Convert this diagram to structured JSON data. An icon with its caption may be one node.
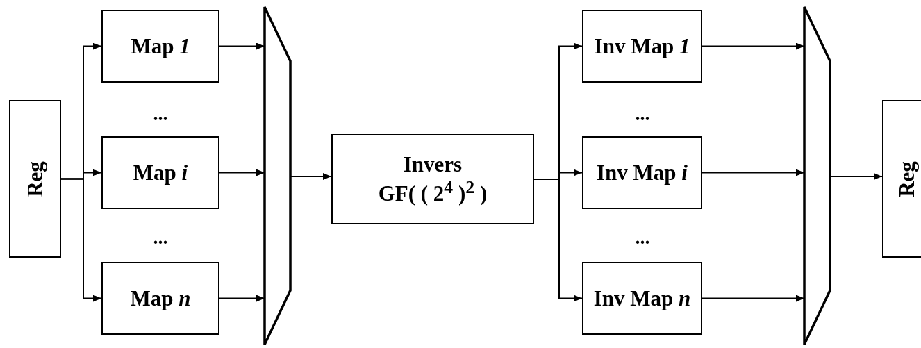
{
  "diagram": {
    "nodes": [
      {
        "text": [
          "Reg"
        ]
      },
      {
        "text": [
          "Map *1*"
        ]
      },
      {
        "text": [
          "Map *i*"
        ]
      },
      {
        "text": [
          "Map *n*"
        ]
      },
      {
        "text": [],
        "shape": "trapezoid"
      },
      {
        "text": [
          "Invers",
          "GF( ( 2$^{4}$ )$^{2}$ )"
        ]
      },
      {
        "text": [
          "Inv Map *1*"
        ]
      },
      {
        "text": [
          "Inv Map *i*"
        ]
      },
      {
        "text": [
          "Inv Map *n*"
        ]
      },
      {
        "text": [],
        "shape": "trapezoid"
      },
      {
        "text": [
          "Reg"
        ]
      }
    ],
    "edges": [
      {
        "from": 0,
        "to": 1,
        "arrow": "to"
      },
      {
        "from": 0,
        "to": 2,
        "arrow": "to"
      },
      {
        "from": 0,
        "to": 3,
        "arrow": "to"
      },
      {
        "from": 1,
        "to": 4,
        "arrow": "to"
      },
      {
        "from": 2,
        "to": 4,
        "arrow": "to"
      },
      {
        "from": 3,
        "to": 4,
        "arrow": "to"
      },
      {
        "from": 4,
        "to": 5,
        "arrow": "to"
      },
      {
        "from": 5,
        "to": 6,
        "arrow": "to"
      },
      {
        "from": 5,
        "to": 7,
        "arrow": "to"
      },
      {
        "from": 5,
        "to": 8,
        "arrow": "to"
      },
      {
        "from": 6,
        "to": 9,
        "arrow": "to"
      },
      {
        "from": 7,
        "to": 9,
        "arrow": "to"
      },
      {
        "from": 8,
        "to": 9,
        "arrow": "to"
      },
      {
        "from": 9,
        "to": 10,
        "arrow": "to"
      }
    ],
    "labels": [
      "...",
      "...",
      "...",
      "..."
    ]
  }
}
